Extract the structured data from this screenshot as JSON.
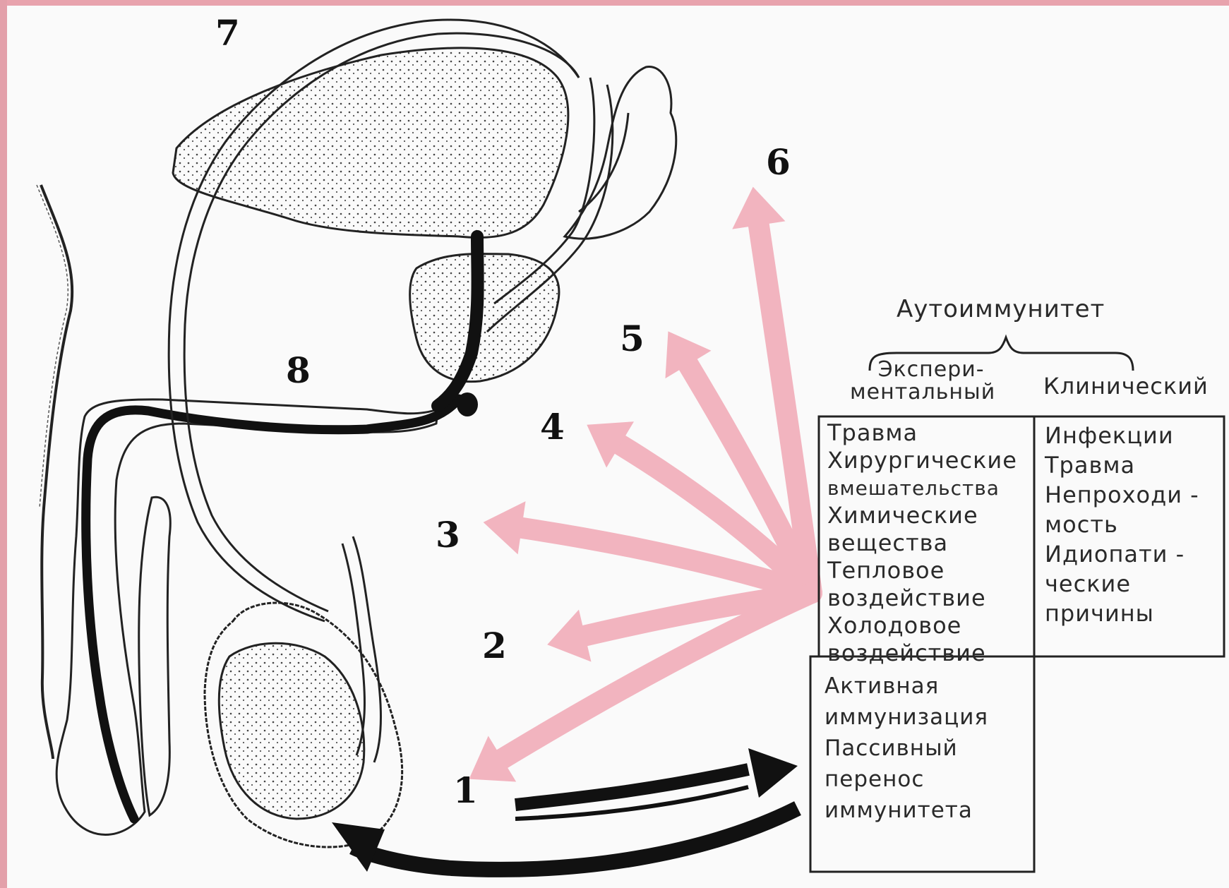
{
  "numbers": {
    "n1": "1",
    "n2": "2",
    "n3": "3",
    "n4": "4",
    "n5": "5",
    "n6": "6",
    "n7": "7",
    "n8": "8"
  },
  "table": {
    "title": "Аутоиммунитет",
    "experimental": {
      "header": [
        "Экспери-",
        "ментальный"
      ],
      "items": [
        "Травма",
        "Хирургические",
        "вмешательства",
        "Химические",
        "вещества",
        "Тепловое",
        "воздействие",
        "Холодовое",
        "воздействие"
      ]
    },
    "clinical": {
      "header": "Клинический",
      "items": [
        "Инфекции",
        "Травма",
        "Непроходи -",
        "мость",
        "Идиопати -",
        "ческие",
        "причины"
      ]
    },
    "immunization": [
      "Активная",
      "иммунизация",
      "Пассивный",
      "перенос",
      "иммунитета"
    ]
  },
  "colors": {
    "pink_arrow": "#f2b4bf",
    "frame": "#e8a3ad",
    "ink": "#111111"
  }
}
